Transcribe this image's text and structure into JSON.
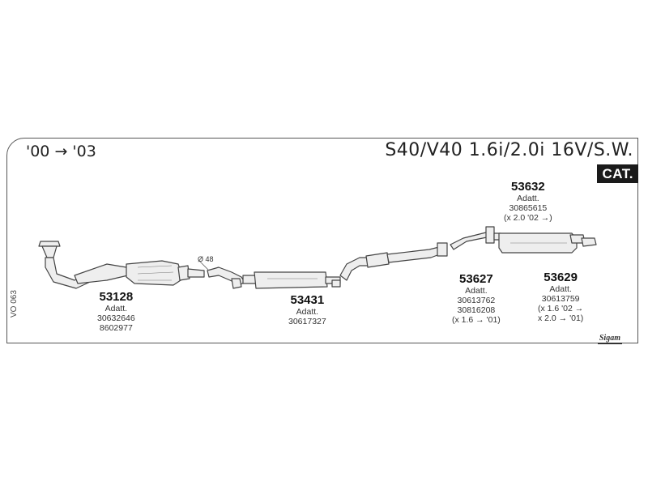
{
  "header": {
    "years": "'00 → '03",
    "model": "S40/V40 1.6i/2.0i 16V/S.W.",
    "cat": "CAT."
  },
  "vehicle_code": "VO 063",
  "logo": "Sigam",
  "diameter_label": "Ø 48",
  "parts": {
    "p53128": {
      "number": "53128",
      "adatt": "Adatt.",
      "codes": [
        "30632646",
        "8602977"
      ]
    },
    "p53431": {
      "number": "53431",
      "adatt": "Adatt.",
      "codes": [
        "30617327"
      ]
    },
    "p53632": {
      "number": "53632",
      "adatt": "Adatt.",
      "codes": [
        "30865615",
        "(x 2.0 '02 →)"
      ]
    },
    "p53627": {
      "number": "53627",
      "adatt": "Adatt.",
      "codes": [
        "30613762",
        "30816208",
        "(x 1.6 → '01)"
      ]
    },
    "p53629": {
      "number": "53629",
      "adatt": "Adatt.",
      "codes": [
        "30613759",
        "(x 1.6 '02 →",
        "x 2.0 → '01)"
      ]
    }
  }
}
